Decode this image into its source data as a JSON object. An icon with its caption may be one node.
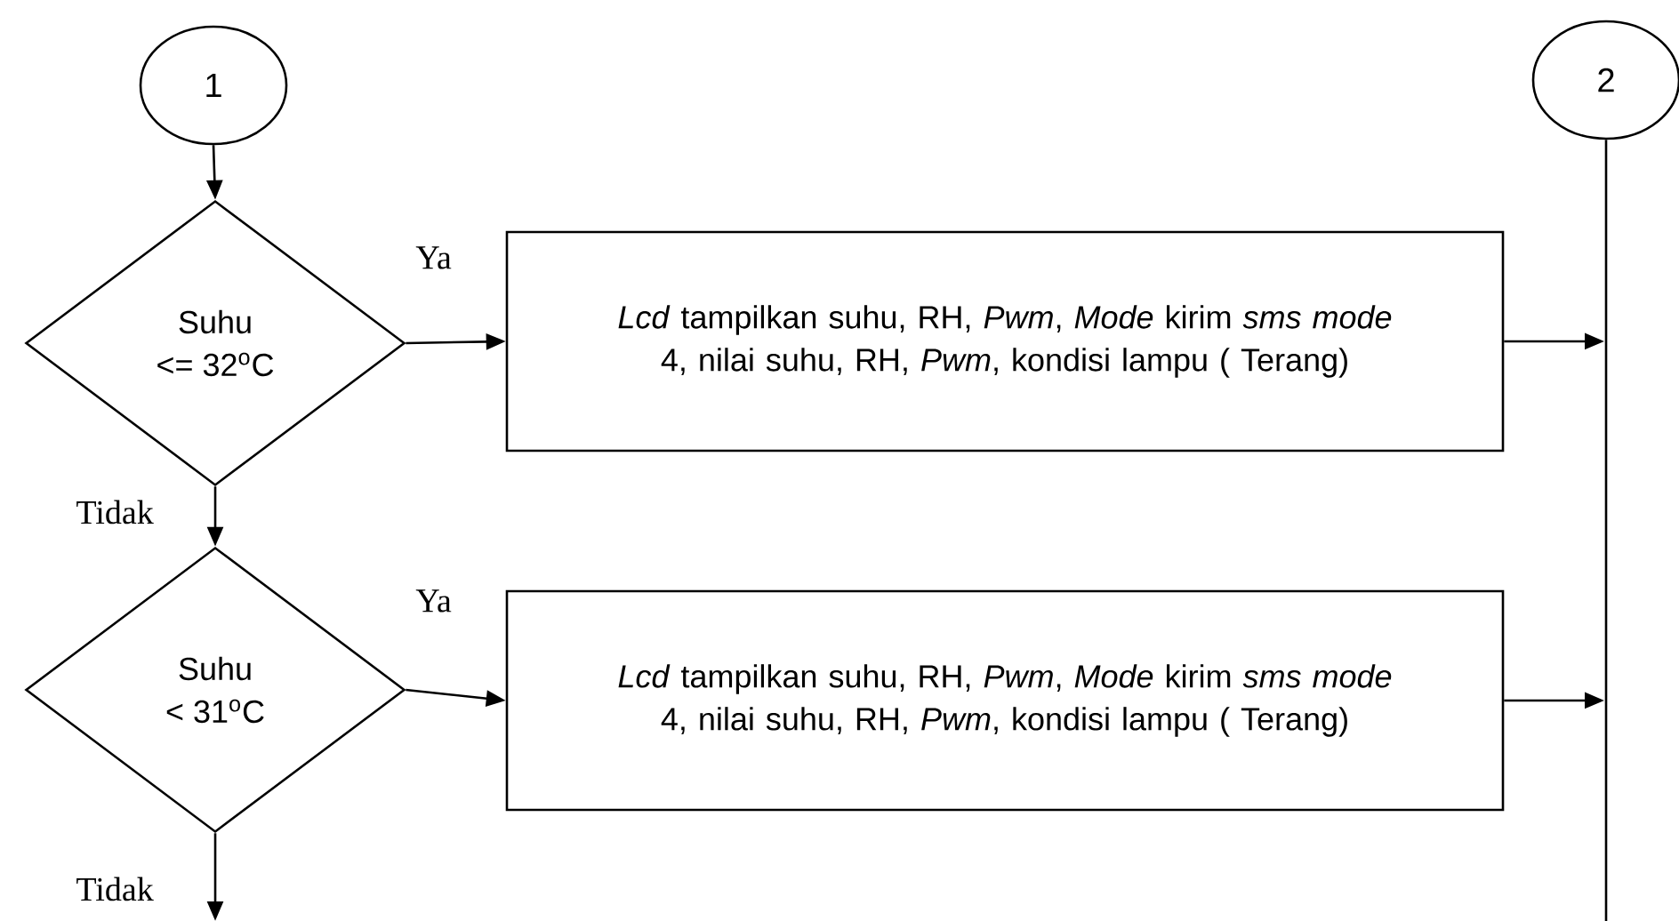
{
  "diagram": {
    "nodes": [
      {
        "text": [
          "1"
        ]
      },
      {
        "text": [
          "Suhu",
          "<= 32$^{o}$C"
        ]
      },
      {
        "text": [
          "*Lcd* tampilkan suhu, RH, *Pwm*, *Mode* kirim *sms mode* 4, nilai suhu, RH, *Pwm*, kondisi lampu ( Terang)"
        ]
      },
      {
        "text": [
          "Suhu",
          "< 31$^{o}$C"
        ]
      },
      {
        "text": [
          "*Lcd* tampilkan suhu, RH, *Pwm*, *Mode* kirim *sms mode* 4, nilai suhu, RH, *Pwm*, kondisi lampu ( Terang)"
        ]
      },
      {
        "text": [
          "2"
        ]
      }
    ],
    "edges": [
      {
        "from": 0,
        "to": 1,
        "arrow": "to"
      },
      {
        "from": 1,
        "to": 2,
        "arrow": "to",
        "label": "Ya"
      },
      {
        "from": 1,
        "to": 3,
        "arrow": "to",
        "label": "Tidak"
      },
      {
        "from": 3,
        "to": 4,
        "arrow": "to",
        "label": "Ya"
      },
      {
        "from": 3,
        "to": null,
        "arrow": "to",
        "label": "Tidak"
      },
      {
        "from": 2,
        "to": null,
        "arrow": "to"
      },
      {
        "from": 4,
        "to": null,
        "arrow": "to"
      },
      {
        "from": 5,
        "to": null,
        "arrow": "none"
      }
    ]
  }
}
